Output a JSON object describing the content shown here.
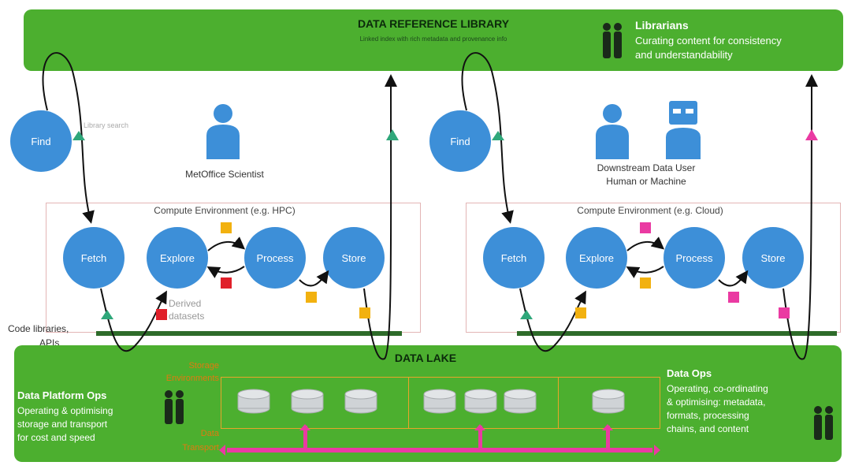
{
  "library": {
    "title": "DATA REFERENCE LIBRARY",
    "subtitle": "Linked index with rich metadata and provenance info",
    "role_title": "Librarians",
    "role_desc_1": "Curating content for consistency",
    "role_desc_2": "and understandability"
  },
  "left": {
    "find": "Find",
    "find_note": "Library search",
    "person_label": "MetOffice Scientist",
    "env_label": "Compute Environment (e.g. HPC)",
    "nodes": [
      "Fetch",
      "Explore",
      "Process",
      "Store"
    ],
    "derived_1": "Derived",
    "derived_2": "datasets",
    "code_1": "Code libraries,",
    "code_2": "APIs"
  },
  "right": {
    "find": "Find",
    "person_label_1": "Downstream Data User",
    "person_label_2": "Human or Machine",
    "env_label": "Compute Environment (e.g. Cloud)",
    "nodes": [
      "Fetch",
      "Explore",
      "Process",
      "Store"
    ]
  },
  "lake": {
    "title": "DATA LAKE",
    "storage_1": "Storage",
    "storage_2": "Environments",
    "data_1": "Data",
    "data_2": "Transport",
    "platform_title": "Data Platform Ops",
    "platform_desc": [
      "Operating & optimising",
      "storage and transport",
      "for cost and speed"
    ],
    "ops_title": "Data Ops",
    "ops_desc": [
      "Operating, co-ordinating",
      "& optimising: metadata,",
      "formats, processing",
      "chains, and content"
    ]
  },
  "colors": {
    "band_green": "#4caf2f",
    "node_blue": "#3d8fd8",
    "square_yellow": "#f2b10f",
    "square_red": "#e0202a",
    "square_pink": "#ea3aa2",
    "transport_pink": "#ea3aa2",
    "arrow_teal": "#2fa77a"
  },
  "icons": [
    "people-icon",
    "person-icon",
    "robot-icon",
    "database-icon"
  ]
}
